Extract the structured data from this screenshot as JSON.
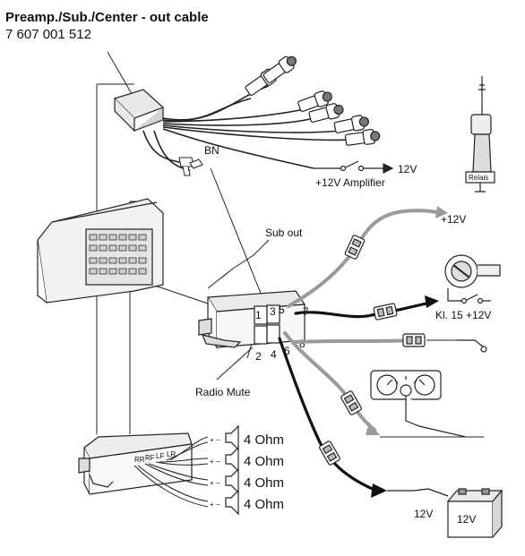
{
  "title": "Preamp./Sub./Center - out cable",
  "part_number": "7 607 001 512",
  "labels": {
    "bn": "BN",
    "amp_12v": "12V",
    "amp_plus12v": "+12V Amplifier",
    "antenna_plus12v": "+12V",
    "relais": "Relais",
    "sub_out": "Sub out",
    "kl15": "Kl. 15 +12V",
    "radio_mute": "Radio Mute",
    "battery_12v": "12V",
    "battery_12v_label": "12V"
  },
  "pins": [
    "1",
    "2",
    "3",
    "4",
    "5",
    "6",
    "7",
    "8"
  ],
  "output_connector_labels": [
    "RR",
    "RF",
    "LF",
    "LR"
  ],
  "speakers": [
    {
      "polarity": "+ −",
      "label": "4 Ohm"
    },
    {
      "polarity": "+ −",
      "label": "4 Ohm"
    },
    {
      "polarity": "+ −",
      "label": "4 Ohm"
    },
    {
      "polarity": "+ −",
      "label": "4 Ohm"
    }
  ]
}
